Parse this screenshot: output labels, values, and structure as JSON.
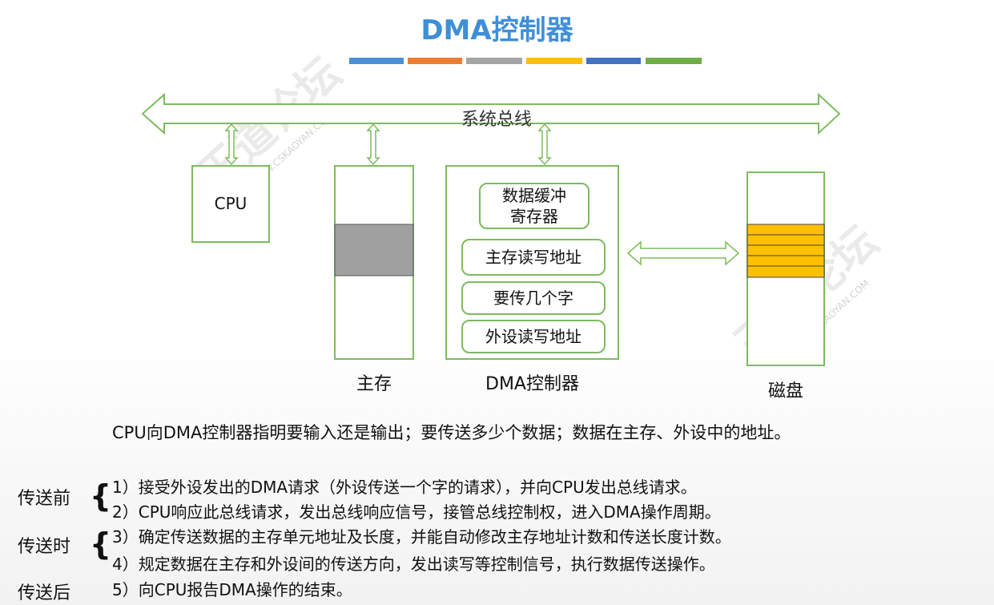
{
  "title": "DMA控制器",
  "color_bar": [
    "#4a90d6",
    "#ed7d31",
    "#a5a5a5",
    "#ffc000",
    "#4472c4",
    "#70ad47"
  ],
  "bus": {
    "label": "系统总线"
  },
  "components": {
    "cpu": "CPU",
    "memory": "主存",
    "dma": "DMA控制器",
    "disk": "磁盘"
  },
  "dma_registers": [
    "数据缓冲\n寄存器",
    "主存读写地址",
    "要传几个字",
    "外设读写地址"
  ],
  "summary": "CPU向DMA控制器指明要输入还是输出；要传送多少个数据；数据在主存、外设中的地址。",
  "stages": [
    {
      "label": "传送前",
      "brace": "{"
    },
    {
      "label": "传送时",
      "brace": "{"
    },
    {
      "label": "传送后",
      "brace": ""
    }
  ],
  "steps": [
    "1）接受外设发出的DMA请求（外设传送一个字的请求），并向CPU发出总线请求。",
    "2）CPU响应此总线请求，发出总线响应信号，接管总线控制权，进入DMA操作周期。",
    "3）确定传送数据的主存单元地址及长度，并能自动修改主存地址计数和传送长度计数。",
    "4）规定数据在主存和外设间的传送方向，发出读写等控制信号，执行数据传送操作。",
    "5）向CPU报告DMA操作的结束。"
  ],
  "watermark": {
    "text": "王道论坛",
    "url": "WWW.CSKAOYAN.COM"
  }
}
